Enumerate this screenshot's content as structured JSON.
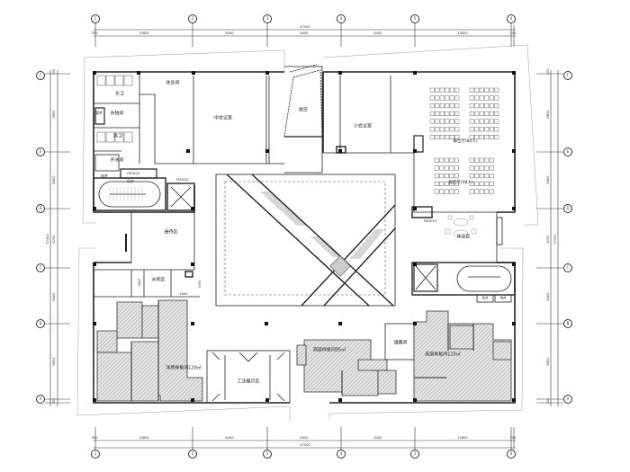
{
  "drawing": {
    "type": "architectural floor plan",
    "background": "#ffffff",
    "line_color": "#222222",
    "hatch_color": "#9a9a9a"
  },
  "dimensions": {
    "top": {
      "total": "47000",
      "segments": [
        "300",
        "10800",
        "8400",
        "8400",
        "8400",
        "10800",
        "300"
      ]
    },
    "bottom": {
      "total": "47000",
      "segments": [
        "300",
        "10800",
        "8400",
        "8400",
        "8400",
        "10800",
        "300"
      ]
    },
    "left": {
      "total": "37300",
      "segments": [
        "300",
        "8800",
        "8400",
        "8700",
        "8400",
        "8800",
        "300"
      ]
    },
    "right": {
      "total": "37300",
      "segments": [
        "300",
        "8800",
        "8400",
        "8700",
        "8400",
        "8800",
        "300"
      ]
    }
  },
  "grid_axes": {
    "columns": [
      "1",
      "2",
      "3",
      "4",
      "5",
      "6"
    ],
    "rows": [
      "F",
      "E",
      "D",
      "C",
      "B",
      "A"
    ]
  },
  "rooms": {
    "womens_wc": "女卫",
    "janitor": "杂物间",
    "mens_wc": "男卫",
    "shaft": "管井",
    "water_room": "开水间",
    "electric_room": "电井",
    "air_duct": "风井",
    "lounge_top": "休息间",
    "medium_meeting": "中会议室",
    "void": "挑空",
    "small_meeting": "小会议室",
    "auditorium_label_1": "报告厅(84人)",
    "auditorium_label_2": "报告厅(48人)",
    "reception": "接待区",
    "bar": "水吧区",
    "lounge_right": "休息区",
    "model_room_west": "洋房样板间120㎡",
    "craft_exhibit": "工法展示区",
    "model_room_highrise_1": "高层样板间95㎡",
    "storage": "储藏间",
    "model_room_highrise_2": "高层样板间110㎡",
    "small_tag_1": "FM1020",
    "small_tag_2": "FM1021",
    "small_tag_3": "FM1020",
    "bar_dim_1": "3600",
    "bar_dim_2": "3000",
    "bar_dim_3": "2640",
    "elev_tag_1": "风井",
    "elev_tag_2": "电井"
  }
}
